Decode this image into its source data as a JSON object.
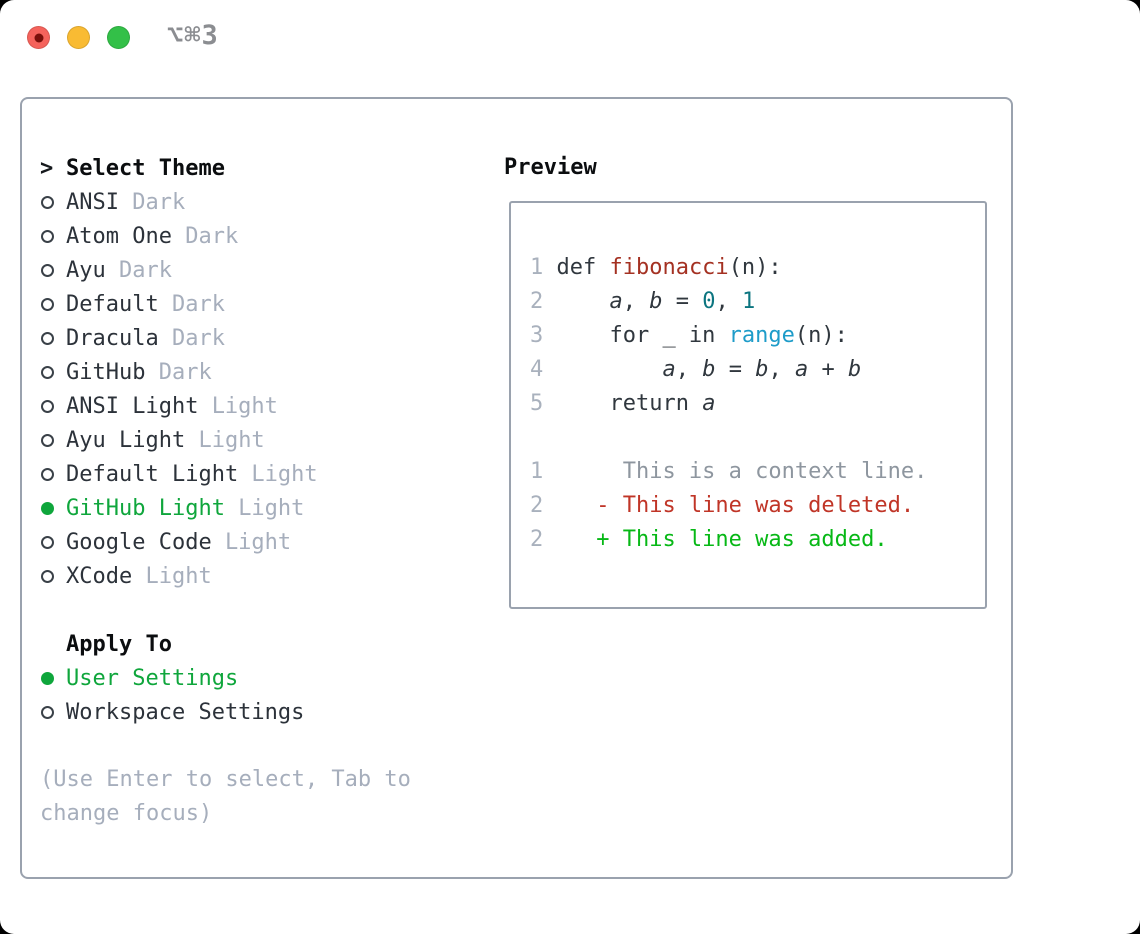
{
  "window": {
    "title": "⌥⌘3",
    "traffic_lights": [
      "close",
      "minimize",
      "zoom"
    ]
  },
  "colors": {
    "panel_border": "#9aa2ae",
    "selection_green": "#0fa63c",
    "added_green": "#07b816",
    "deleted_red": "#c03527",
    "function_red": "#a43122",
    "number_teal": "#0c7580",
    "builtin_blue": "#1e9cc9",
    "muted_gray": "#a6aebc",
    "text_dark": "#2c323a"
  },
  "theme_picker": {
    "prompt": ">",
    "title": "Select Theme",
    "items": [
      {
        "name": "ANSI",
        "variant": "Dark",
        "selected": false
      },
      {
        "name": "Atom One",
        "variant": "Dark",
        "selected": false
      },
      {
        "name": "Ayu",
        "variant": "Dark",
        "selected": false
      },
      {
        "name": "Default",
        "variant": "Dark",
        "selected": false
      },
      {
        "name": "Dracula",
        "variant": "Dark",
        "selected": false
      },
      {
        "name": "GitHub",
        "variant": "Dark",
        "selected": false
      },
      {
        "name": "ANSI Light",
        "variant": "Light",
        "selected": false
      },
      {
        "name": "Ayu Light",
        "variant": "Light",
        "selected": false
      },
      {
        "name": "Default Light",
        "variant": "Light",
        "selected": false
      },
      {
        "name": "GitHub Light",
        "variant": "Light",
        "selected": true
      },
      {
        "name": "Google Code",
        "variant": "Light",
        "selected": false
      },
      {
        "name": "XCode",
        "variant": "Light",
        "selected": false
      }
    ]
  },
  "apply_to": {
    "title": "Apply To",
    "options": [
      {
        "label": "User Settings",
        "selected": true
      },
      {
        "label": "Workspace Settings",
        "selected": false
      }
    ]
  },
  "hint": {
    "line1": "(Use Enter to select, Tab to",
    "line2": "change focus)"
  },
  "preview": {
    "title": "Preview",
    "code_lines": [
      {
        "num": "1",
        "tokens": [
          {
            "t": "def ",
            "c": "plain"
          },
          {
            "t": "fibonacci",
            "c": "func"
          },
          {
            "t": "(n):",
            "c": "plain"
          }
        ]
      },
      {
        "num": "2",
        "tokens": [
          {
            "t": "    ",
            "c": "plain"
          },
          {
            "t": "a",
            "c": "var"
          },
          {
            "t": ", ",
            "c": "plain"
          },
          {
            "t": "b",
            "c": "var"
          },
          {
            "t": " = ",
            "c": "plain"
          },
          {
            "t": "0",
            "c": "number"
          },
          {
            "t": ", ",
            "c": "plain"
          },
          {
            "t": "1",
            "c": "number"
          }
        ]
      },
      {
        "num": "3",
        "tokens": [
          {
            "t": "    for _ in ",
            "c": "plain"
          },
          {
            "t": "range",
            "c": "builtin"
          },
          {
            "t": "(n):",
            "c": "plain"
          }
        ]
      },
      {
        "num": "4",
        "tokens": [
          {
            "t": "        ",
            "c": "plain"
          },
          {
            "t": "a",
            "c": "var"
          },
          {
            "t": ", ",
            "c": "plain"
          },
          {
            "t": "b",
            "c": "var"
          },
          {
            "t": " = ",
            "c": "plain"
          },
          {
            "t": "b",
            "c": "var"
          },
          {
            "t": ", ",
            "c": "plain"
          },
          {
            "t": "a",
            "c": "var"
          },
          {
            "t": " + ",
            "c": "plain"
          },
          {
            "t": "b",
            "c": "var"
          }
        ]
      },
      {
        "num": "5",
        "tokens": [
          {
            "t": "    return ",
            "c": "plain"
          },
          {
            "t": "a",
            "c": "var"
          }
        ]
      },
      {
        "num": "",
        "tokens": []
      },
      {
        "num": "1",
        "tokens": [
          {
            "t": "     This is a context line.",
            "c": "context"
          }
        ]
      },
      {
        "num": "2",
        "tokens": [
          {
            "t": "   - This line was deleted.",
            "c": "deleted"
          }
        ]
      },
      {
        "num": "2",
        "tokens": [
          {
            "t": "   + This line was added.",
            "c": "added"
          }
        ]
      }
    ]
  }
}
